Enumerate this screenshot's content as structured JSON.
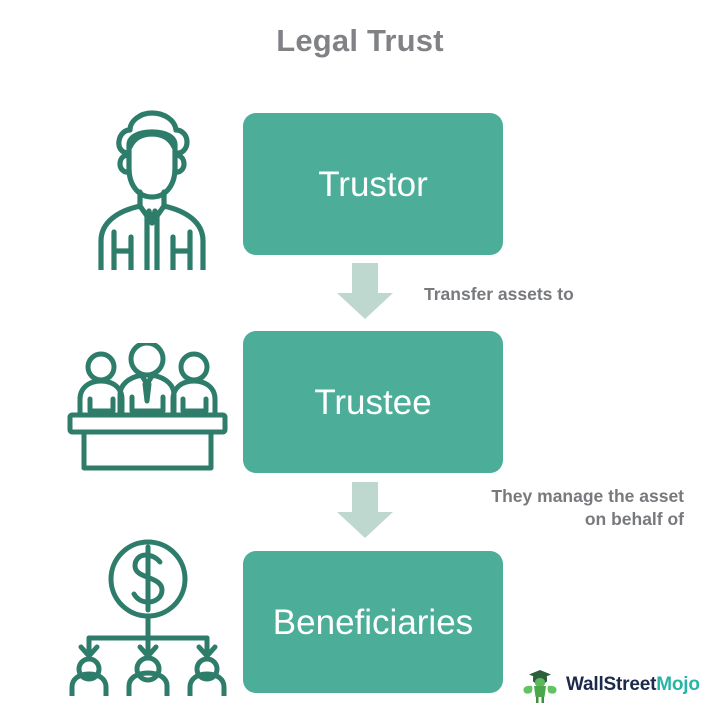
{
  "title": "Legal Trust",
  "colors": {
    "box_fill": "#4cae99",
    "box_text": "#ffffff",
    "arrow_fill": "#bfd8cf",
    "icon_stroke": "#2e7d6b",
    "title_text": "#808285",
    "caption_text": "#77797c",
    "logo_wall": "#1b2a4a",
    "logo_mojo": "#28b5a8",
    "background": "#ffffff"
  },
  "nodes": [
    {
      "id": "trustor",
      "label": "Trustor",
      "icon": "businessman-icon"
    },
    {
      "id": "trustee",
      "label": "Trustee",
      "icon": "board-of-trustees-icon"
    },
    {
      "id": "beneficiaries",
      "label": "Beneficiaries",
      "icon": "money-distribution-icon"
    }
  ],
  "connectors": [
    {
      "id": "transfer",
      "from": "trustor",
      "to": "trustee",
      "icon": "down-arrow-icon",
      "caption_line_1": "Transfer assets to",
      "caption_line_2": ""
    },
    {
      "id": "manage",
      "from": "trustee",
      "to": "beneficiaries",
      "icon": "down-arrow-icon",
      "caption_line_1": "They manage the asset",
      "caption_line_2": "on behalf of"
    }
  ],
  "logo": {
    "mark": "wallstreetmojo-mascot-icon",
    "text_primary": "WallStreet",
    "text_accent": "Mojo"
  }
}
